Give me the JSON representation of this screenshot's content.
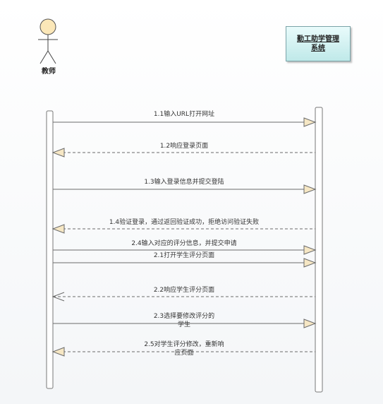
{
  "actor": {
    "label": "教师"
  },
  "system": {
    "line1": "勤工助学管理",
    "line2": "系统"
  },
  "messages": [
    {
      "text": "1.1输入URL打开网址",
      "dir": "right",
      "style": "solid"
    },
    {
      "text": "1.2响应登录页面",
      "dir": "left",
      "style": "dashed"
    },
    {
      "text": "1.3输入登录信息并提交登陆",
      "dir": "right",
      "style": "solid"
    },
    {
      "text": "1.4验证登录，通过返回验证成功，拒绝访问验证失败",
      "dir": "left",
      "style": "dashed"
    },
    {
      "text": "2.4输入对应的评分信息，并提交申请",
      "dir": "right",
      "style": "solid"
    },
    {
      "text": "2.1打开学生评分页面",
      "dir": "right",
      "style": "solid"
    },
    {
      "text": "2.2响应学生评分页面",
      "dir": "left",
      "style": "dashed-open"
    },
    {
      "line1": "2.3选择要修改评分的",
      "line2": "学生",
      "dir": "right",
      "style": "solid"
    },
    {
      "line1": "2.5对学生评分修改，重新响",
      "line2": "应页面",
      "dir": "left",
      "style": "dashed"
    }
  ],
  "colors": {
    "arrowFill": "#f6e7c4",
    "line": "#6b6b6b",
    "actorHead": "#fbe7b8"
  }
}
